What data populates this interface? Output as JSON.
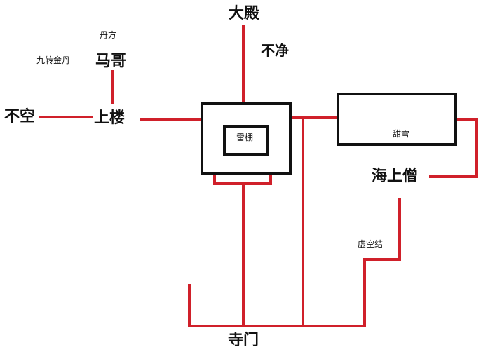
{
  "colors": {
    "line": "#d0202a",
    "box": "#111111",
    "text": "#111111",
    "background": "#ffffff"
  },
  "nodes": {
    "dadian": "大殿",
    "bujing": "不净",
    "danfang": "丹方",
    "jiuzhuan": "九转金丹",
    "mage": "马哥",
    "bukong": "不空",
    "shanglou": "上楼",
    "leipeng": "雷棚",
    "tianxue": "甜雪",
    "haishangseng": "海上僧",
    "xukongjie": "虚空结",
    "simen": "寺门"
  }
}
